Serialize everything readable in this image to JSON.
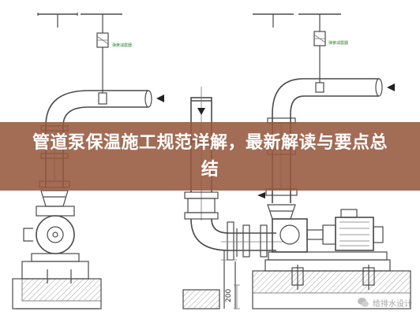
{
  "title": "管道泵保温施工规范详解，最新解读与要点总结",
  "diagram": {
    "left_support_label": "弹簧减震器",
    "right_support_label": "弹簧减震器",
    "dimension_label": "200"
  },
  "watermark": {
    "text": "给排水设计",
    "icon": "wechat-icon"
  }
}
